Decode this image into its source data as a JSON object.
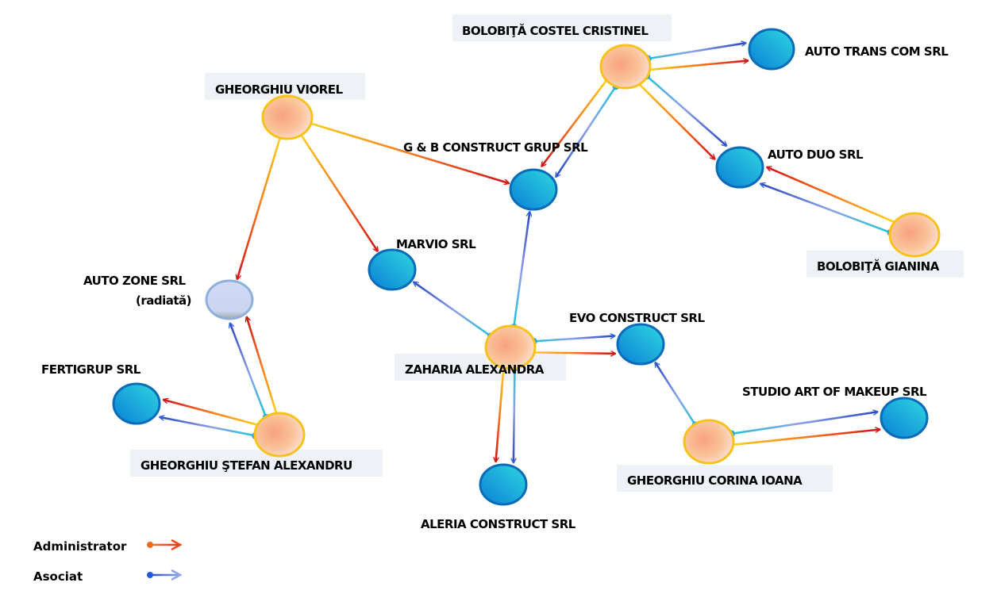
{
  "diagram": {
    "type": "ownership-network",
    "colors": {
      "person_fill": "#f9b48a",
      "person_stroke": "#f6c21b",
      "company_fill": "#1a9fe0",
      "company_stroke": "#0a6cb8",
      "radiated_fill": "#cfd8f3",
      "radiated_stroke": "#8fb0dc",
      "admin_edge": "#e8321a",
      "assoc_edge": "#3a5fd8",
      "endpoint_dot": "#2ba6e0"
    },
    "nodes": [
      {
        "id": "bcc",
        "label": "BOLOBIŢĂ COSTEL CRISTINEL",
        "kind": "person"
      },
      {
        "id": "gv",
        "label": "GHEORGHIU VIOREL",
        "kind": "person"
      },
      {
        "id": "bg",
        "label": "BOLOBIŢĂ GIANINA",
        "kind": "person"
      },
      {
        "id": "za",
        "label": "ZAHARIA ALEXANDRA",
        "kind": "person"
      },
      {
        "id": "gsa",
        "label": "GHEORGHIU ŞTEFAN ALEXANDRU",
        "kind": "person"
      },
      {
        "id": "gci",
        "label": "GHEORGHIU CORINA IOANA",
        "kind": "person"
      },
      {
        "id": "atc",
        "label": "AUTO TRANS COM SRL",
        "kind": "company"
      },
      {
        "id": "gbc",
        "label": "G & B CONSTRUCT GRUP SRL",
        "kind": "company"
      },
      {
        "id": "ads",
        "label": "AUTO DUO SRL",
        "kind": "company"
      },
      {
        "id": "mar",
        "label": "MARVIO SRL",
        "kind": "company"
      },
      {
        "id": "azs",
        "label": "AUTO ZONE SRL",
        "sublabel": "(radiată)",
        "kind": "radiated"
      },
      {
        "id": "evo",
        "label": "EVO CONSTRUCT SRL",
        "kind": "company"
      },
      {
        "id": "fer",
        "label": "FERTIGRUP SRL",
        "kind": "company"
      },
      {
        "id": "sam",
        "label": "STUDIO ART OF MAKEUP SRL",
        "kind": "company"
      },
      {
        "id": "alc",
        "label": "ALERIA CONSTRUCT SRL",
        "kind": "company"
      }
    ],
    "edges": [
      {
        "from": "bcc",
        "to": "atc",
        "role": "asociat"
      },
      {
        "from": "bcc",
        "to": "atc",
        "role": "administrator"
      },
      {
        "from": "bcc",
        "to": "gbc",
        "role": "asociat"
      },
      {
        "from": "bcc",
        "to": "gbc",
        "role": "administrator"
      },
      {
        "from": "bcc",
        "to": "ads",
        "role": "asociat"
      },
      {
        "from": "bcc",
        "to": "ads",
        "role": "administrator"
      },
      {
        "from": "gv",
        "to": "gbc",
        "role": "administrator"
      },
      {
        "from": "gv",
        "to": "mar",
        "role": "administrator"
      },
      {
        "from": "gv",
        "to": "azs",
        "role": "administrator"
      },
      {
        "from": "bg",
        "to": "ads",
        "role": "asociat"
      },
      {
        "from": "bg",
        "to": "ads",
        "role": "administrator"
      },
      {
        "from": "za",
        "to": "gbc",
        "role": "asociat"
      },
      {
        "from": "za",
        "to": "mar",
        "role": "asociat"
      },
      {
        "from": "za",
        "to": "evo",
        "role": "administrator"
      },
      {
        "from": "za",
        "to": "evo",
        "role": "asociat"
      },
      {
        "from": "za",
        "to": "alc",
        "role": "administrator"
      },
      {
        "from": "za",
        "to": "alc",
        "role": "asociat"
      },
      {
        "from": "gsa",
        "to": "azs",
        "role": "asociat"
      },
      {
        "from": "gsa",
        "to": "azs",
        "role": "administrator"
      },
      {
        "from": "gsa",
        "to": "fer",
        "role": "asociat"
      },
      {
        "from": "gsa",
        "to": "fer",
        "role": "administrator"
      },
      {
        "from": "gci",
        "to": "evo",
        "role": "asociat"
      },
      {
        "from": "gci",
        "to": "sam",
        "role": "asociat"
      },
      {
        "from": "gci",
        "to": "sam",
        "role": "administrator"
      }
    ]
  },
  "legend": {
    "items": [
      {
        "role": "administrator",
        "label": "Administrator"
      },
      {
        "role": "asociat",
        "label": "Asociat"
      }
    ]
  }
}
